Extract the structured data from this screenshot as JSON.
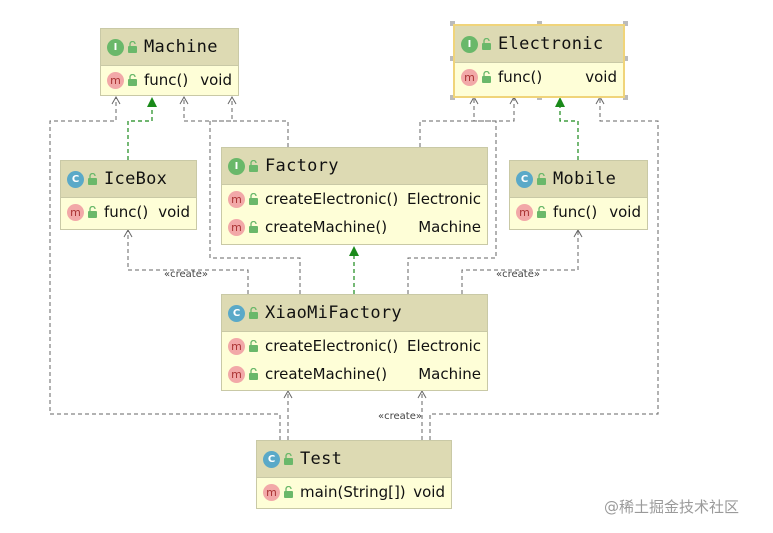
{
  "classes": {
    "machine": {
      "name": "Machine",
      "kind": "I",
      "members": [
        {
          "sig": "func()",
          "ret": "void"
        }
      ]
    },
    "electronic": {
      "name": "Electronic",
      "kind": "I",
      "members": [
        {
          "sig": "func()",
          "ret": "void"
        }
      ]
    },
    "factory": {
      "name": "Factory",
      "kind": "I",
      "members": [
        {
          "sig": "createElectronic()",
          "ret": "Electronic"
        },
        {
          "sig": "createMachine()",
          "ret": "Machine"
        }
      ]
    },
    "icebox": {
      "name": "IceBox",
      "kind": "C",
      "members": [
        {
          "sig": "func()",
          "ret": "void"
        }
      ]
    },
    "mobile": {
      "name": "Mobile",
      "kind": "C",
      "members": [
        {
          "sig": "func()",
          "ret": "void"
        }
      ]
    },
    "xiaomifactory": {
      "name": "XiaoMiFactory",
      "kind": "C",
      "members": [
        {
          "sig": "createElectronic()",
          "ret": "Electronic"
        },
        {
          "sig": "createMachine()",
          "ret": "Machine"
        }
      ]
    },
    "test": {
      "name": "Test",
      "kind": "C",
      "members": [
        {
          "sig": "main(String[])",
          "ret": "void"
        }
      ]
    }
  },
  "labels": {
    "create1": "«create»",
    "create2": "«create»",
    "create3": "«create»"
  },
  "member_icon": "m",
  "watermark": "@稀土掘金技术社区",
  "colors": {
    "header": "#dddab3",
    "body": "#fefed7",
    "implements": "#1a8a1a",
    "dependency": "#666666",
    "selection": "#f0d47a"
  }
}
